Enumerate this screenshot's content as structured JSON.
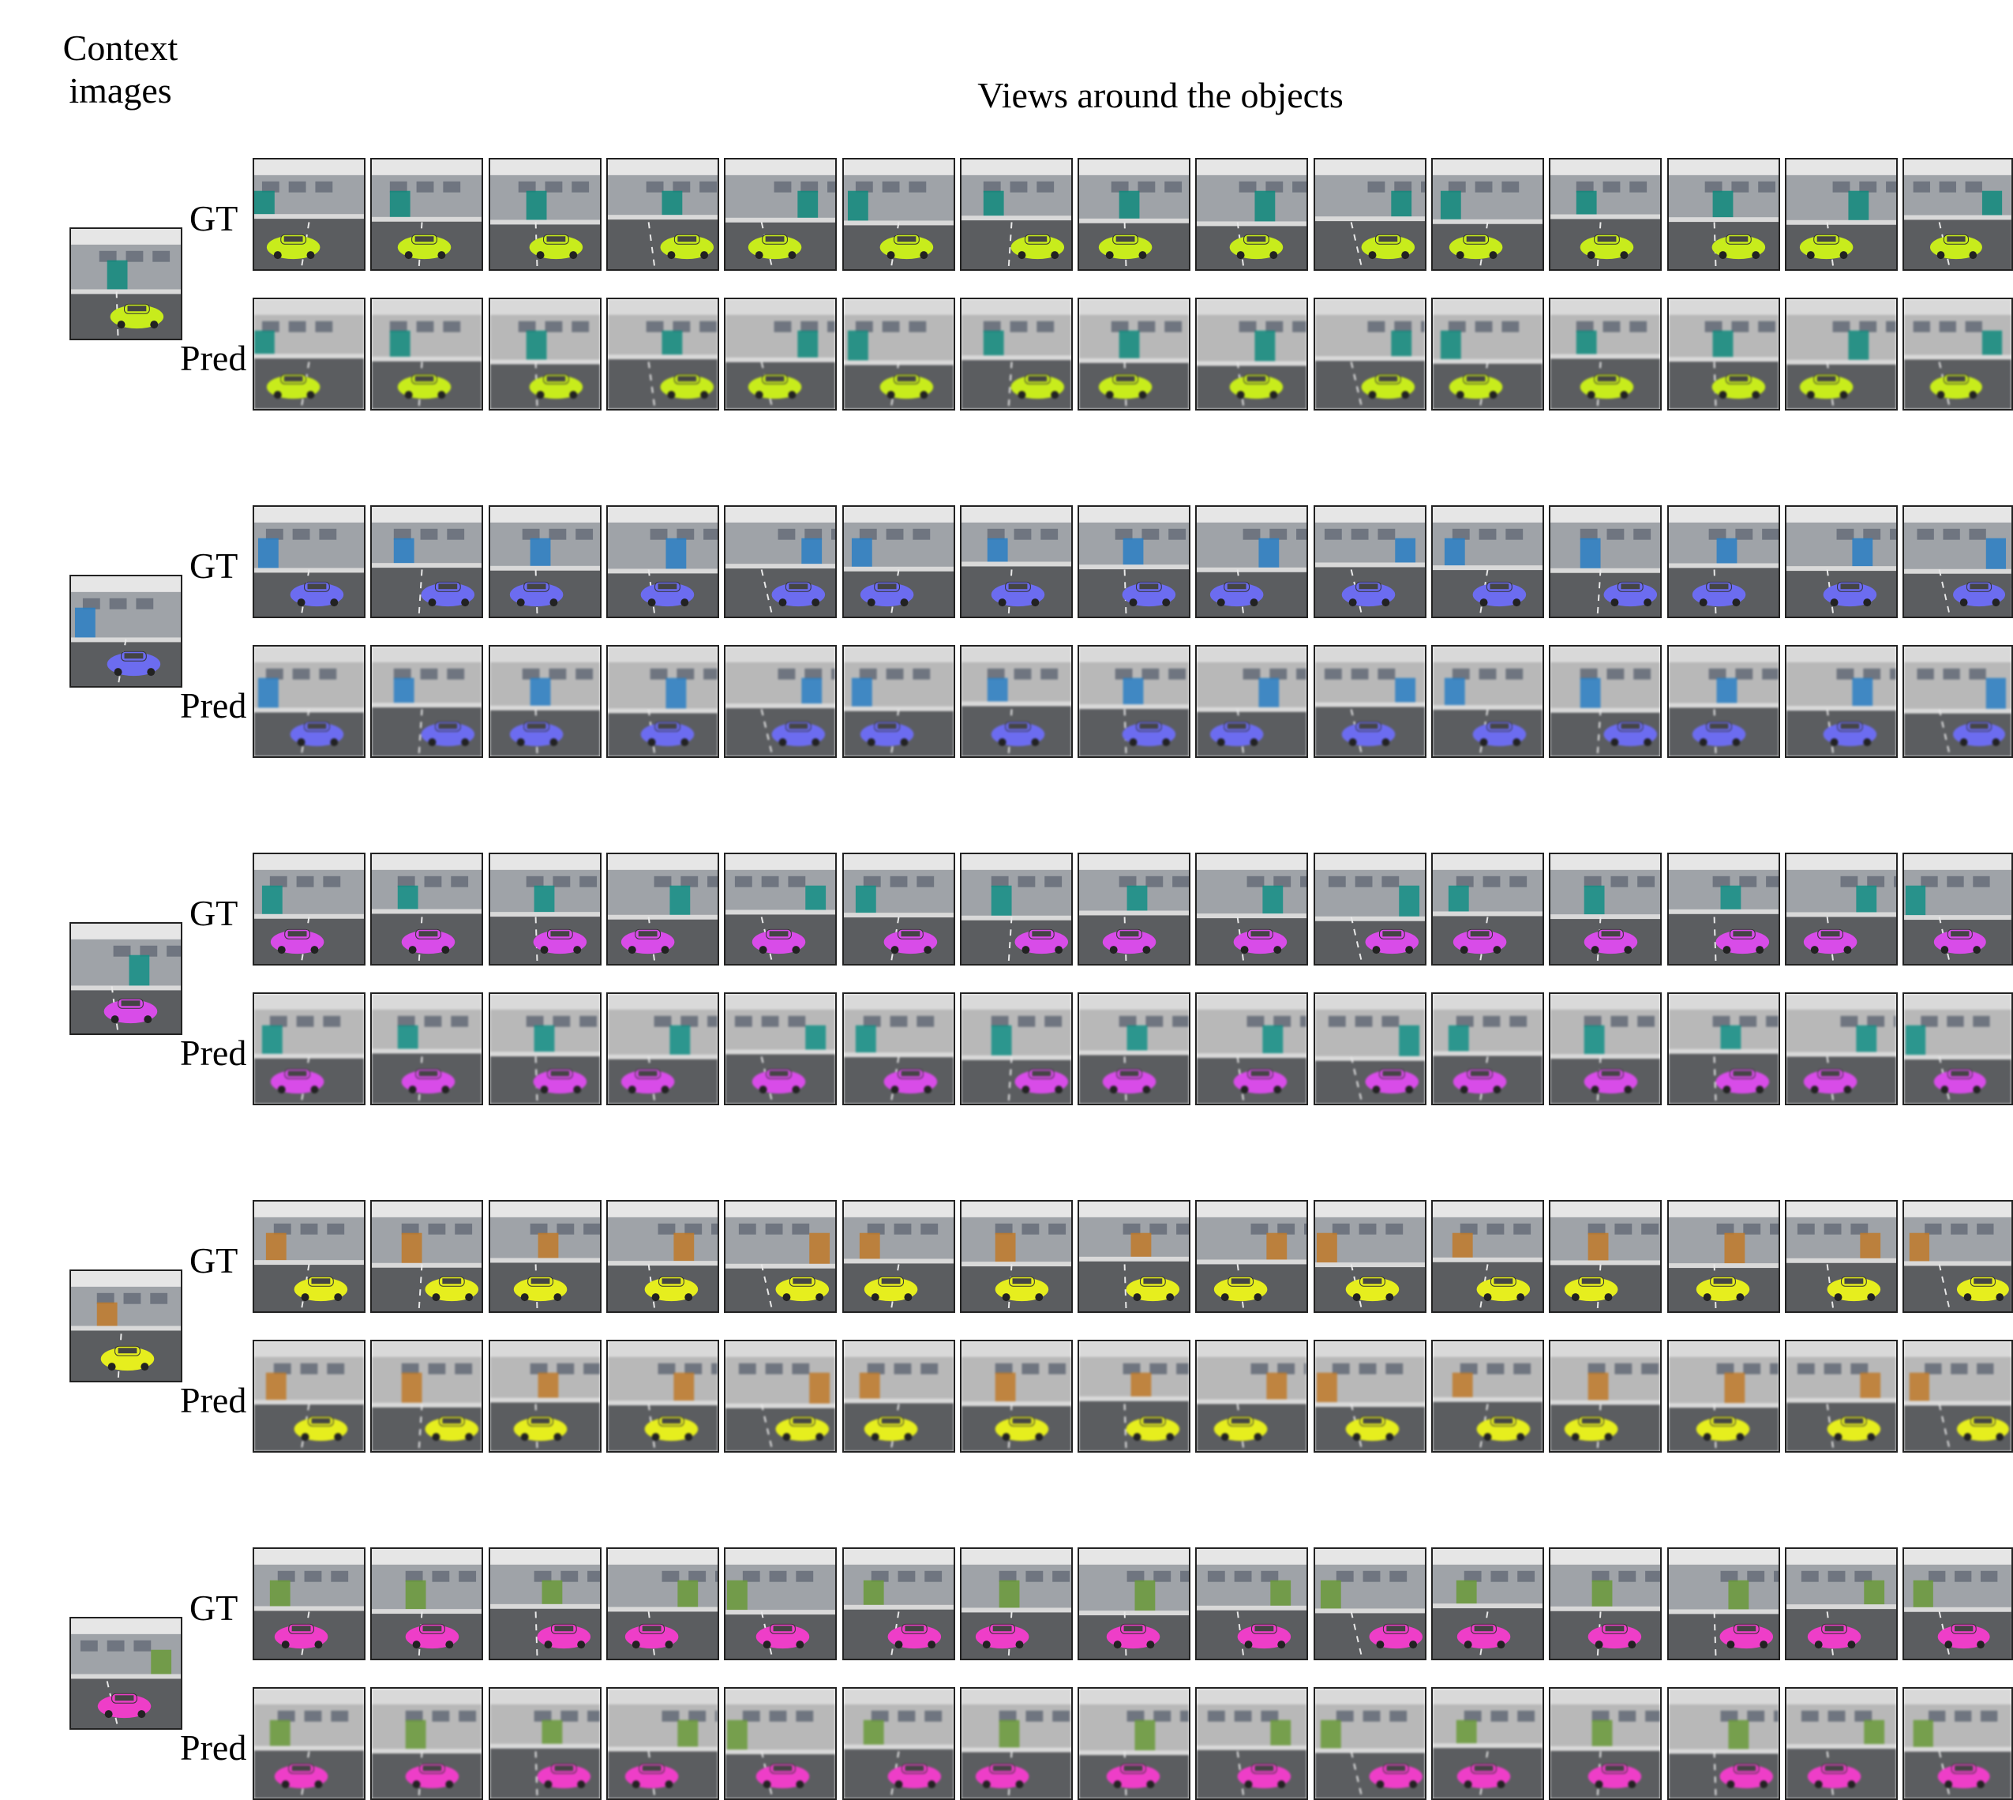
{
  "header": {
    "context_line1": "Context",
    "context_line2": "images",
    "views": "Views around the objects"
  },
  "row_labels": {
    "gt": "GT",
    "pred": "Pred"
  },
  "groups": [
    {
      "id": "yellow-green-car",
      "car_color": "#c8ec1c",
      "accent": "#0f8a7c"
    },
    {
      "id": "blue-car",
      "car_color": "#6c6cf0",
      "accent": "#2a7fc4"
    },
    {
      "id": "magenta-car",
      "car_color": "#d84ce8",
      "accent": "#138f86"
    },
    {
      "id": "yellow-car",
      "car_color": "#e6ee1e",
      "accent": "#c07a2a"
    },
    {
      "id": "pink-car",
      "car_color": "#ee3ec8",
      "accent": "#6a9a3a"
    }
  ],
  "views_per_row": 15
}
